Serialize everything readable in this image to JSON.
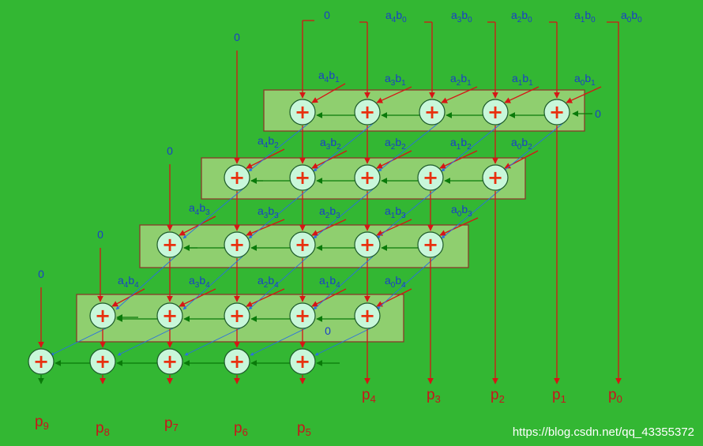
{
  "inputs": {
    "top_zero": "0",
    "top_terms": [
      {
        "a": "4",
        "b": "0"
      },
      {
        "a": "3",
        "b": "0"
      },
      {
        "a": "2",
        "b": "0"
      },
      {
        "a": "1",
        "b": "0"
      },
      {
        "a": "0",
        "b": "0"
      }
    ],
    "row_zeros": [
      "0",
      "0",
      "0",
      "0"
    ],
    "carry_in": "0",
    "bottom_zero": "0"
  },
  "rows": [
    {
      "terms": [
        {
          "a": "4",
          "b": "1"
        },
        {
          "a": "3",
          "b": "1"
        },
        {
          "a": "2",
          "b": "1"
        },
        {
          "a": "1",
          "b": "1"
        },
        {
          "a": "0",
          "b": "1"
        }
      ]
    },
    {
      "terms": [
        {
          "a": "4",
          "b": "2"
        },
        {
          "a": "3",
          "b": "2"
        },
        {
          "a": "2",
          "b": "2"
        },
        {
          "a": "1",
          "b": "2"
        },
        {
          "a": "0",
          "b": "2"
        }
      ]
    },
    {
      "terms": [
        {
          "a": "4",
          "b": "3"
        },
        {
          "a": "3",
          "b": "3"
        },
        {
          "a": "2",
          "b": "3"
        },
        {
          "a": "1",
          "b": "3"
        },
        {
          "a": "0",
          "b": "3"
        }
      ]
    },
    {
      "terms": [
        {
          "a": "4",
          "b": "4"
        },
        {
          "a": "3",
          "b": "4"
        },
        {
          "a": "2",
          "b": "4"
        },
        {
          "a": "1",
          "b": "4"
        },
        {
          "a": "0",
          "b": "4"
        }
      ]
    }
  ],
  "adder_symbol": "+",
  "outputs": [
    {
      "base": "p",
      "sub": "9"
    },
    {
      "base": "p",
      "sub": "8"
    },
    {
      "base": "p",
      "sub": "7"
    },
    {
      "base": "p",
      "sub": "6"
    },
    {
      "base": "p",
      "sub": "5"
    },
    {
      "base": "p",
      "sub": "4"
    },
    {
      "base": "p",
      "sub": "3"
    },
    {
      "base": "p",
      "sub": "2"
    },
    {
      "base": "p",
      "sub": "1"
    },
    {
      "base": "p",
      "sub": "0"
    }
  ],
  "watermark": "https://blog.csdn.net/qq_43355372",
  "colors": {
    "background": "#33b733",
    "row_band": "#8fcf6f",
    "row_band_border": "#8a3a2a",
    "adder_fill": "#c8f7da",
    "plus": "#e8300f",
    "signal_red": "#d61515",
    "carry_green": "#0a7a0a",
    "sum_blue": "#2a6fe0",
    "label_blue": "#1a3fc8",
    "label_red": "#c8151b"
  }
}
